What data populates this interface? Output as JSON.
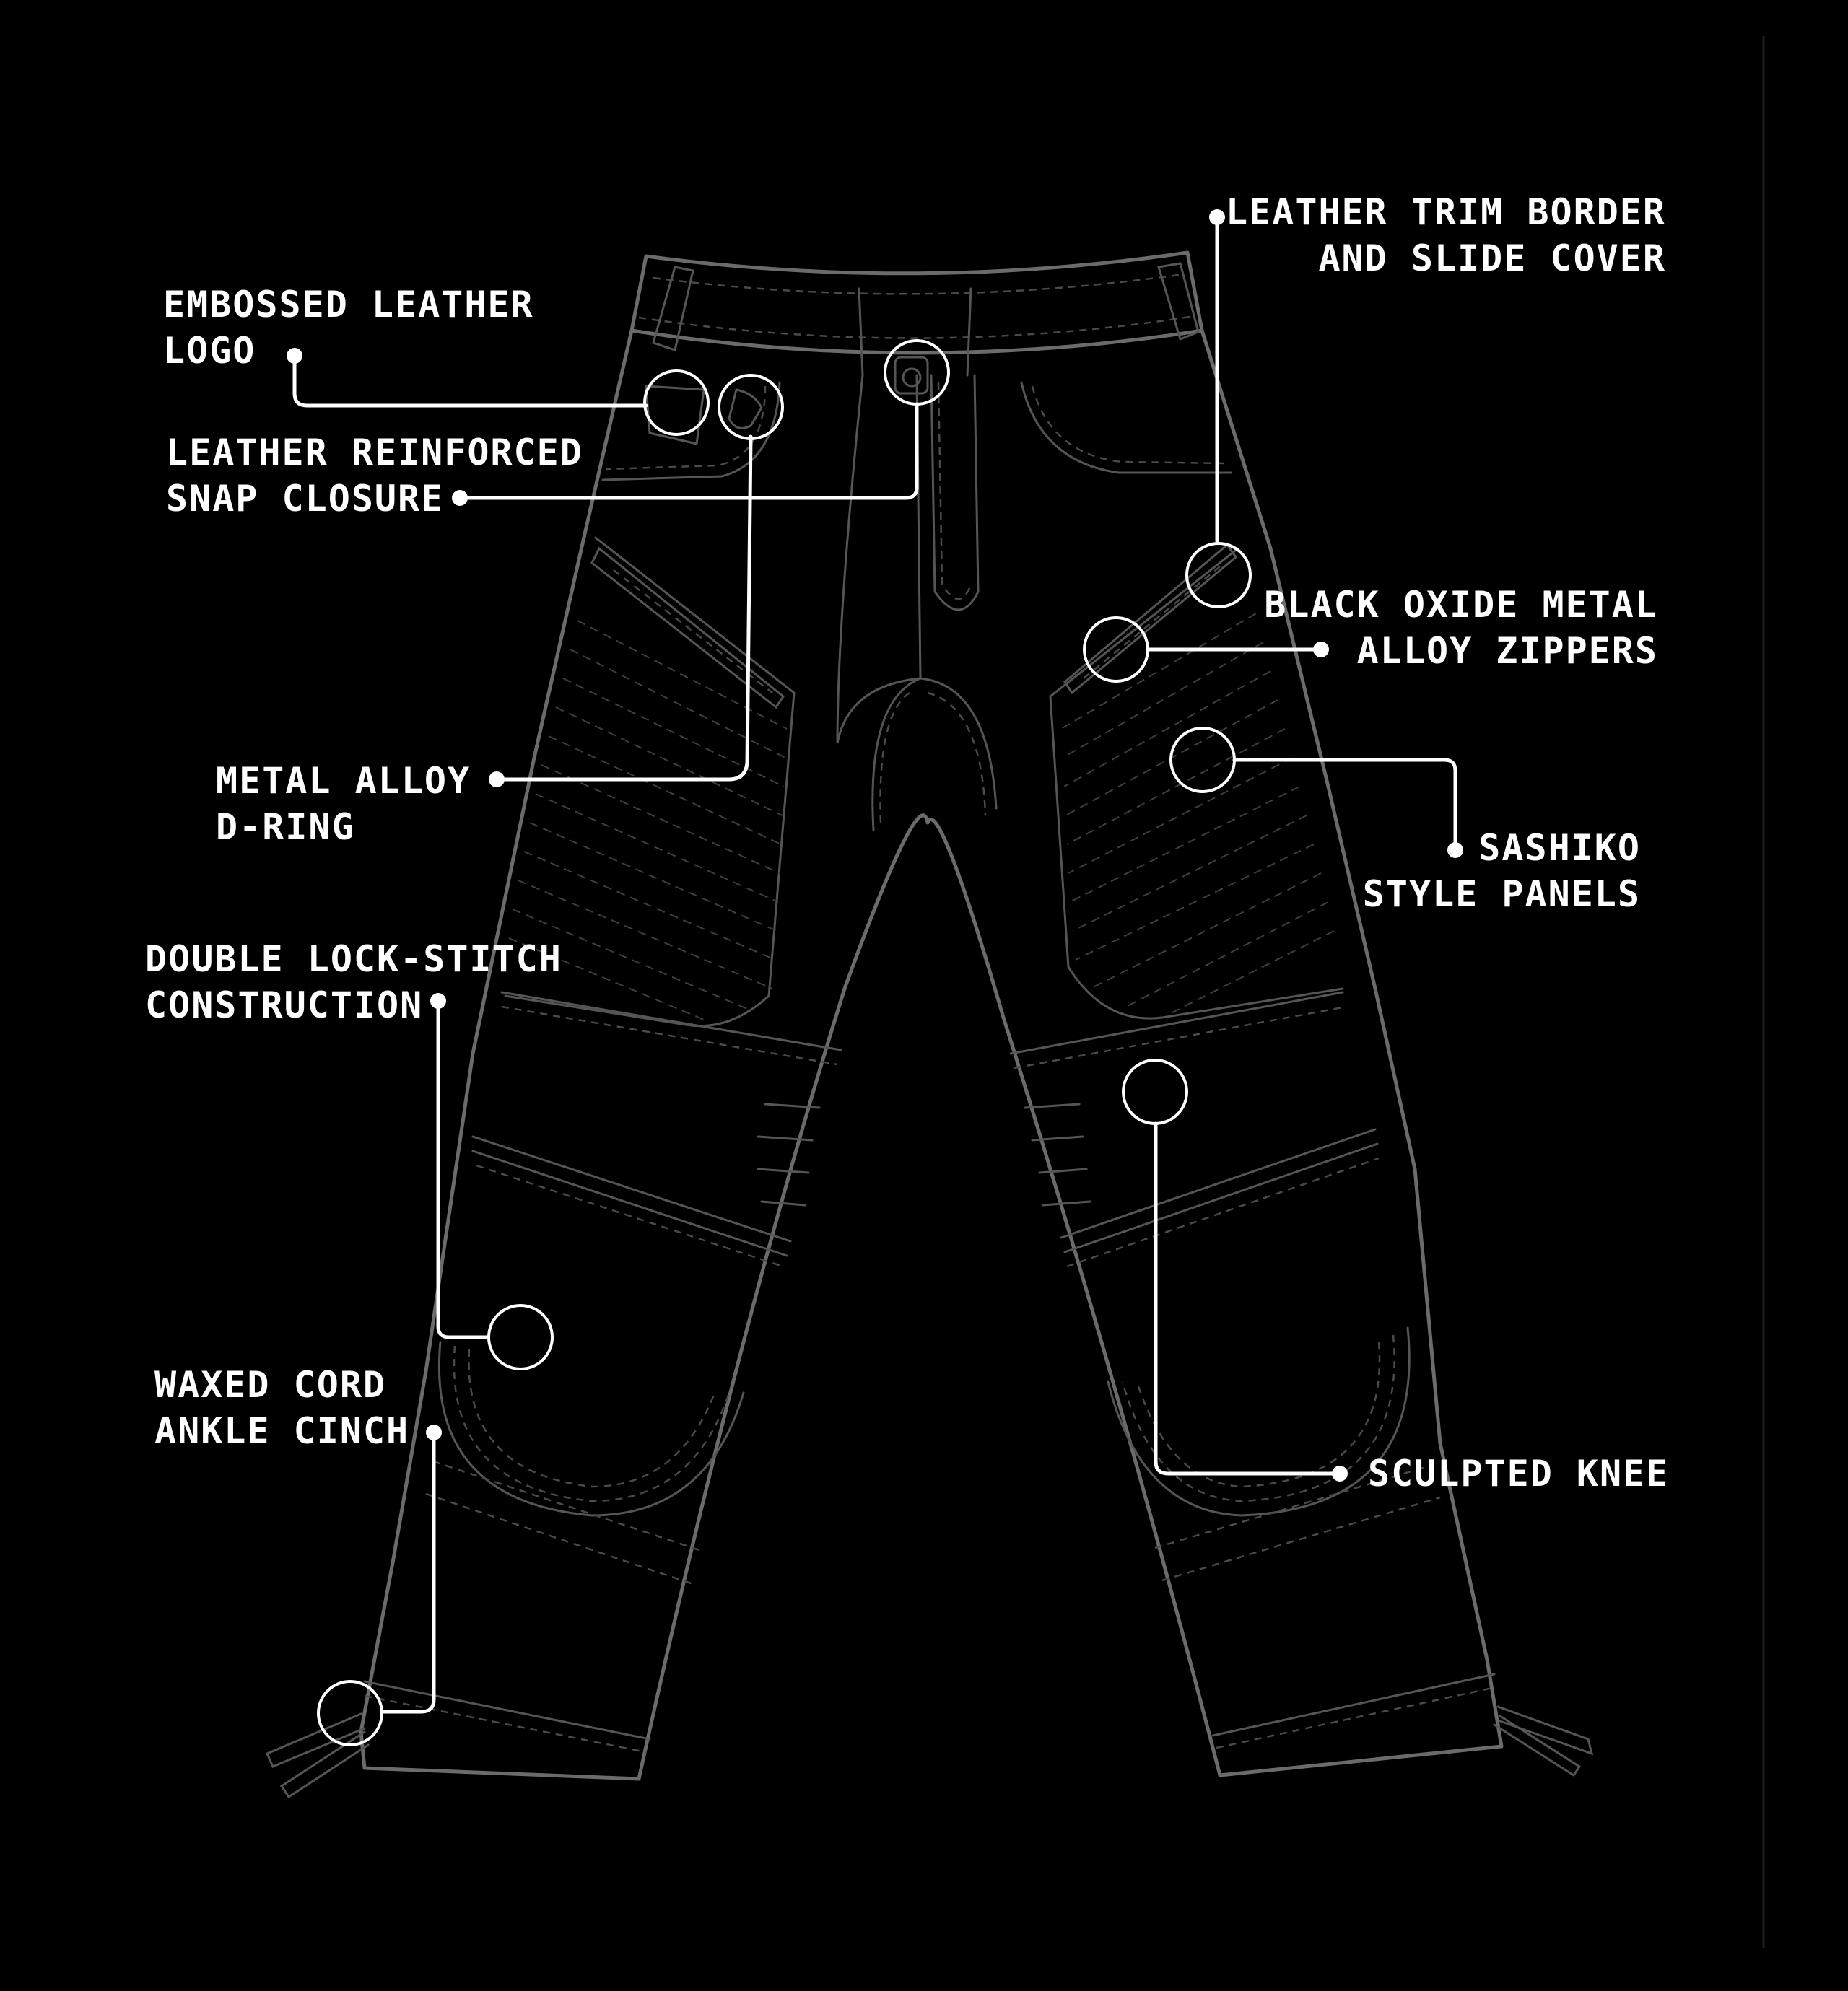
{
  "diagram": {
    "callouts": [
      {
        "id": "embossed-leather-logo",
        "lines": [
          "EMBOSSED LEATHER",
          "LOGO"
        ]
      },
      {
        "id": "leather-reinforced-snap-closure",
        "lines": [
          "LEATHER REINFORCED",
          "SNAP CLOSURE"
        ]
      },
      {
        "id": "metal-alloy-d-ring",
        "lines": [
          "METAL ALLOY",
          "D-RING"
        ]
      },
      {
        "id": "double-lock-stitch-construction",
        "lines": [
          "DOUBLE LOCK-STITCH",
          "CONSTRUCTION"
        ]
      },
      {
        "id": "waxed-cord-ankle-cinch",
        "lines": [
          "WAXED CORD",
          "ANKLE CINCH"
        ]
      },
      {
        "id": "leather-trim-border",
        "lines": [
          "LEATHER TRIM BORDER",
          "AND SLIDE COVER"
        ]
      },
      {
        "id": "black-oxide-zippers",
        "lines": [
          "BLACK OXIDE METAL",
          "ALLOY ZIPPERS"
        ]
      },
      {
        "id": "sashiko-style-panels",
        "lines": [
          "SASHIKO",
          "STYLE PANELS"
        ]
      },
      {
        "id": "sculpted-knee",
        "lines": [
          "SCULPTED KNEE"
        ]
      }
    ],
    "colors": {
      "background": "#000000",
      "garment_line": "#6b6b6b",
      "callout": "#ffffff"
    }
  }
}
